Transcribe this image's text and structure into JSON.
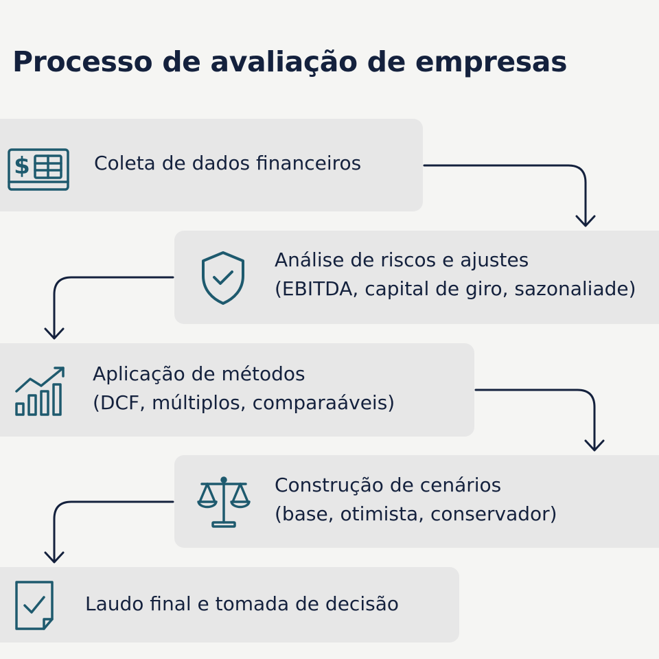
{
  "title": "Processo de avaliação de empresas",
  "colors": {
    "background": "#f5f5f3",
    "card": "#e7e7e7",
    "text": "#14213d",
    "icon": "#1e5a6e",
    "arrow": "#14213d"
  },
  "steps": [
    {
      "icon": "dollar-calculator-icon",
      "lines": [
        "Coleta de dados financeiros"
      ]
    },
    {
      "icon": "shield-check-icon",
      "lines": [
        "Análise de riscos e ajustes",
        "(EBITDA, capital de giro, sazonaliade)"
      ]
    },
    {
      "icon": "growth-chart-icon",
      "lines": [
        "Aplicação de métodos",
        "(DCF, múltiplos, comparaáveis)"
      ]
    },
    {
      "icon": "balance-scale-icon",
      "lines": [
        "Construção de cenários",
        "(base, otimista, conservador)"
      ]
    },
    {
      "icon": "document-check-icon",
      "lines": [
        "Laudo final e tomada de decisão"
      ]
    }
  ]
}
